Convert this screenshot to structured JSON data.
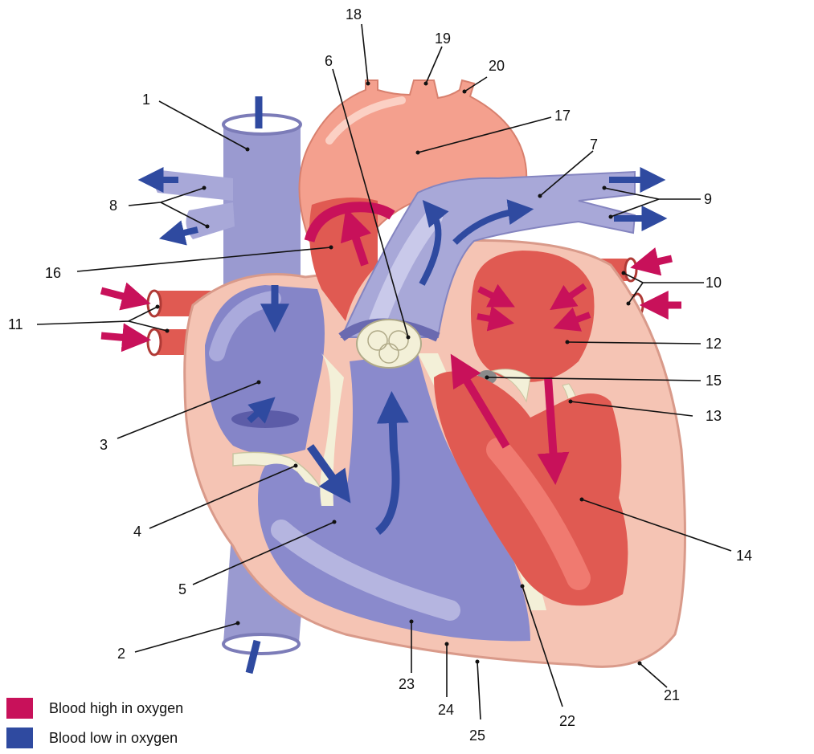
{
  "colors": {
    "oxygen_high": "#c8115a",
    "oxygen_low": "#2f4aa0",
    "deoxygenated_vessel": "#9a9ad0",
    "oxygenated_chamber": "#e05a52",
    "aorta": "#f4a08e",
    "muscle": "#f5c4b4",
    "valve": "#f3f0d8"
  },
  "labels": [
    "1",
    "2",
    "3",
    "4",
    "5",
    "6",
    "7",
    "8",
    "9",
    "10",
    "11",
    "12",
    "13",
    "14",
    "15",
    "16",
    "17",
    "18",
    "19",
    "20",
    "21",
    "22",
    "23",
    "24",
    "25"
  ],
  "legend": [
    {
      "label": "Blood high in oxygen",
      "color": "#c8115a"
    },
    {
      "label": "Blood low in oxygen",
      "color": "#2f4aa0"
    }
  ]
}
